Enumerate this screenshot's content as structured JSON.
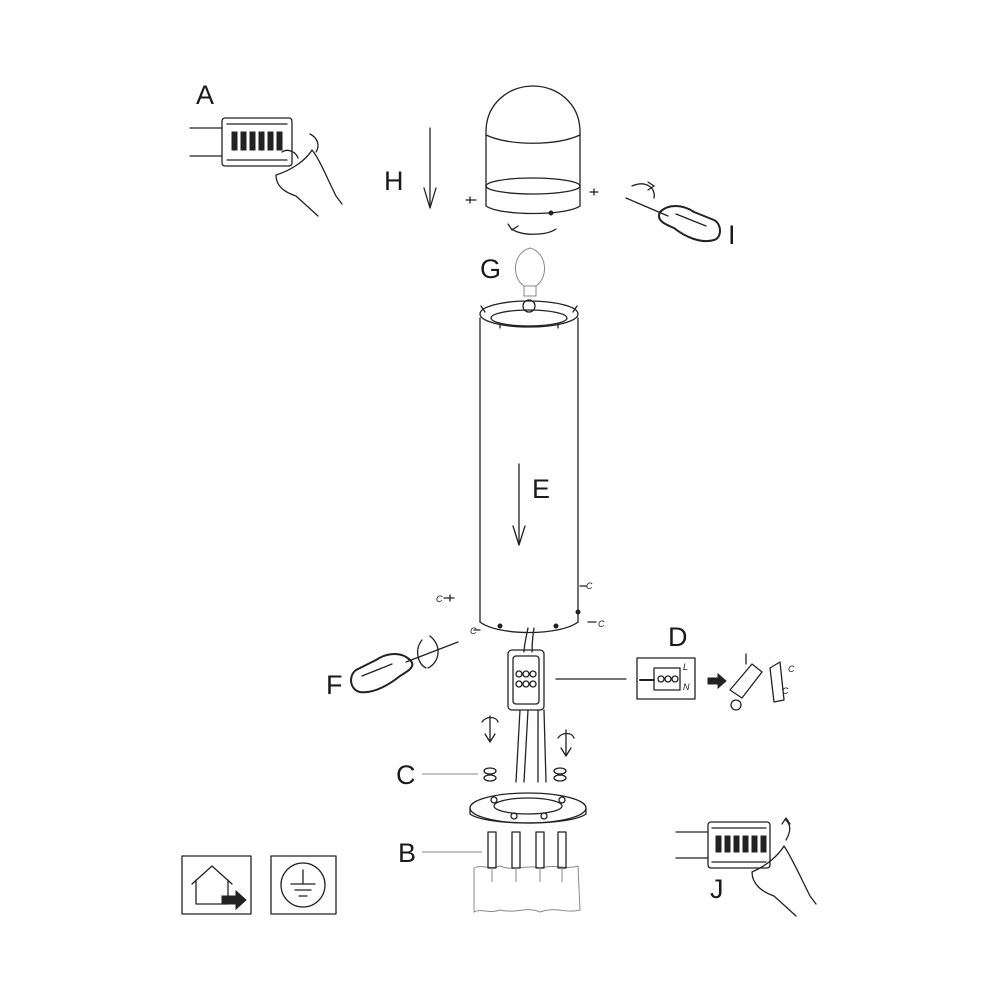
{
  "step_labels": {
    "a": "A",
    "b": "B",
    "c": "C",
    "d": "D",
    "e": "E",
    "f": "F",
    "g": "G",
    "h": "H",
    "i": "I",
    "j": "J"
  },
  "terminal_marks": {
    "l": "L",
    "n": "N"
  },
  "fastener_mark": "C",
  "icons": {
    "house": "house-power-off-icon",
    "earth": "protective-earth-icon"
  },
  "colors": {
    "line": "#222222",
    "concrete": "#b8b8b8"
  }
}
